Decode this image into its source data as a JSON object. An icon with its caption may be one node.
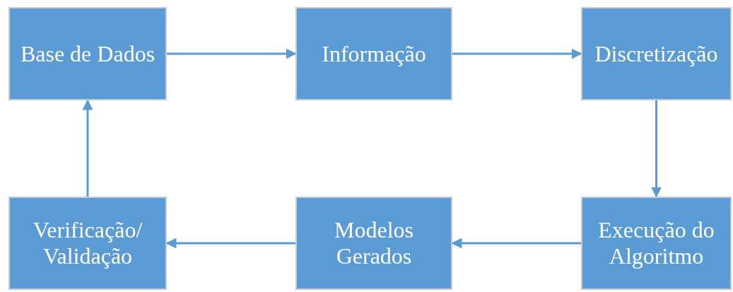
{
  "diagram": {
    "nodes": [
      {
        "text": [
          "Base de Dados"
        ]
      },
      {
        "text": [
          "Informação"
        ]
      },
      {
        "text": [
          "Discretização"
        ]
      },
      {
        "text": [
          "Verificação/ Validação"
        ]
      },
      {
        "text": [
          "Modelos Gerados"
        ]
      },
      {
        "text": [
          "Execução do Algoritmo"
        ]
      }
    ],
    "edges": [
      {
        "from": 0,
        "to": 1,
        "arrow": "to"
      },
      {
        "from": 1,
        "to": 2,
        "arrow": "to"
      },
      {
        "from": 2,
        "to": 5,
        "arrow": "to"
      },
      {
        "from": 5,
        "to": 4,
        "arrow": "to"
      },
      {
        "from": 4,
        "to": 3,
        "arrow": "to"
      },
      {
        "from": 3,
        "to": 0,
        "arrow": "to"
      }
    ]
  }
}
